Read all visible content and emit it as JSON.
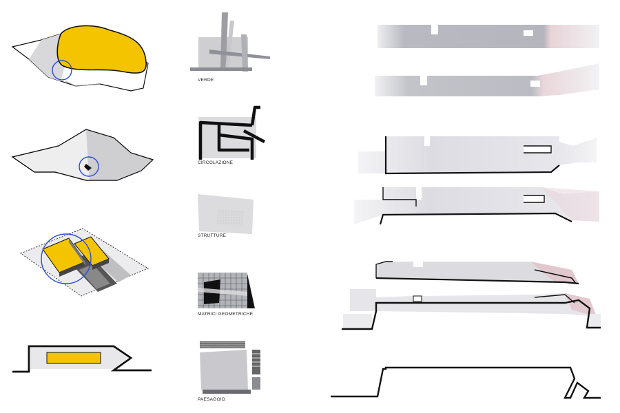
{
  "labels": {
    "verde": "VERDE",
    "circolazione": "CIRCOLAZIONE",
    "strutture": "STRUTTURE",
    "matrici": "MATRICI GEOMETRICHE",
    "paesaggio": "PAESAGGIO"
  },
  "colors": {
    "accent_yellow": "#f4c400",
    "accent_blue": "#2a4bd7",
    "line_black": "#111111",
    "gray_light": "#d9d9db",
    "gray_mid": "#c4c4c8",
    "gray_dark": "#9fa0a6",
    "pink_tint": "#e2c2c9"
  }
}
